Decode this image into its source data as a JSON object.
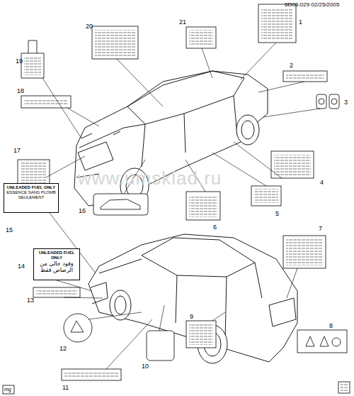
{
  "diagram": {
    "nodes": [
      {
        "text": [
          "UNLEADED FUEL ONLY",
          "ESSENCE SANS PLOMB SEULEMENT"
        ]
      },
      {
        "text": [
          "UNLEADED FUEL ONLY",
          "وقود خالي من الرصاص فقط"
        ]
      }
    ],
    "labels": [
      "6D08-029 02/25/2005",
      "www.umsklad.ru",
      "1",
      "2",
      "3",
      "4",
      "5",
      "6",
      "7",
      "8",
      "9",
      "10",
      "11",
      "12",
      "13",
      "14",
      "15",
      "16",
      "17",
      "18",
      "19",
      "20",
      "21",
      "mg"
    ]
  }
}
